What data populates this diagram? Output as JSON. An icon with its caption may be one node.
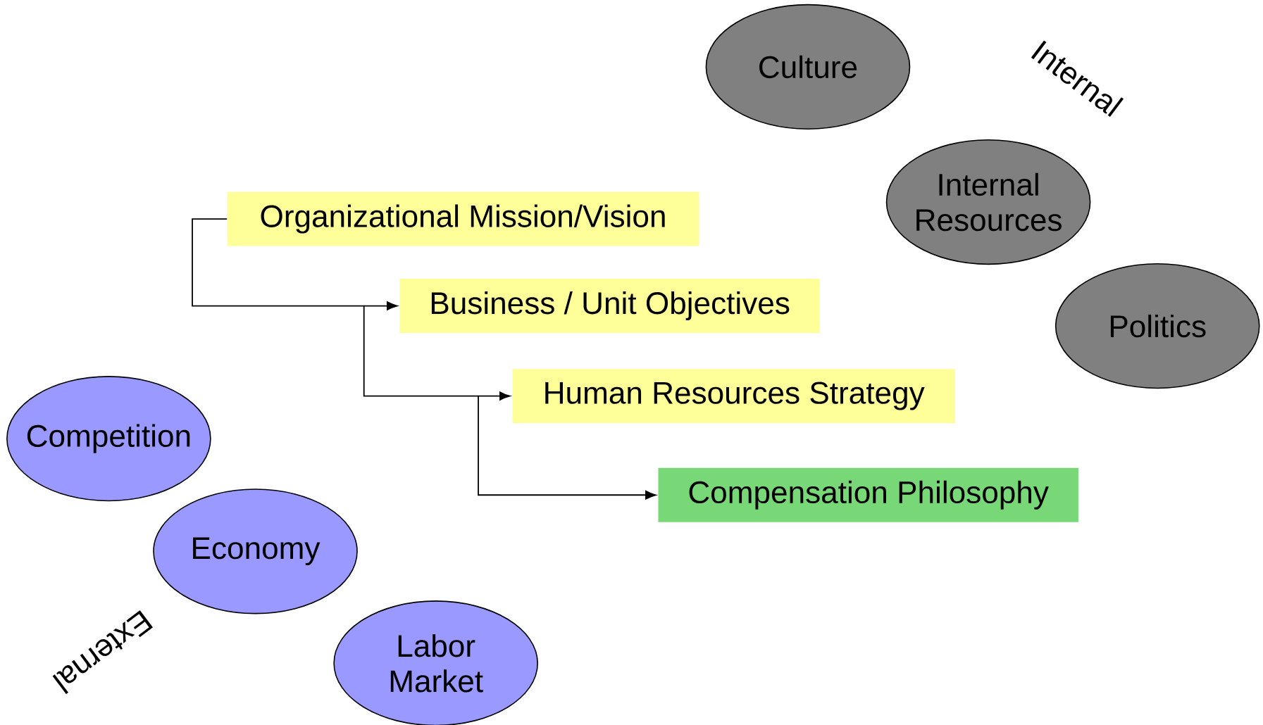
{
  "diagram": {
    "nodes": [
      {
        "text": [
          "Culture"
        ]
      },
      {
        "text": [
          "Internal Resources"
        ]
      },
      {
        "text": [
          "Politics"
        ]
      },
      {
        "text": [
          "Organizational Mission/Vision"
        ]
      },
      {
        "text": [
          "Business / Unit Objectives"
        ]
      },
      {
        "text": [
          "Human Resources Strategy"
        ]
      },
      {
        "text": [
          "Compensation Philosophy"
        ]
      },
      {
        "text": [
          "Competition"
        ]
      },
      {
        "text": [
          "Economy"
        ]
      },
      {
        "text": [
          "Labor Market"
        ]
      }
    ],
    "edges": [
      {
        "from": 3,
        "to": 4,
        "arrow": "to"
      },
      {
        "from": 4,
        "to": 5,
        "arrow": "to"
      },
      {
        "from": 5,
        "to": 6,
        "arrow": "to"
      }
    ],
    "labels": [
      "Internal",
      "External"
    ]
  }
}
